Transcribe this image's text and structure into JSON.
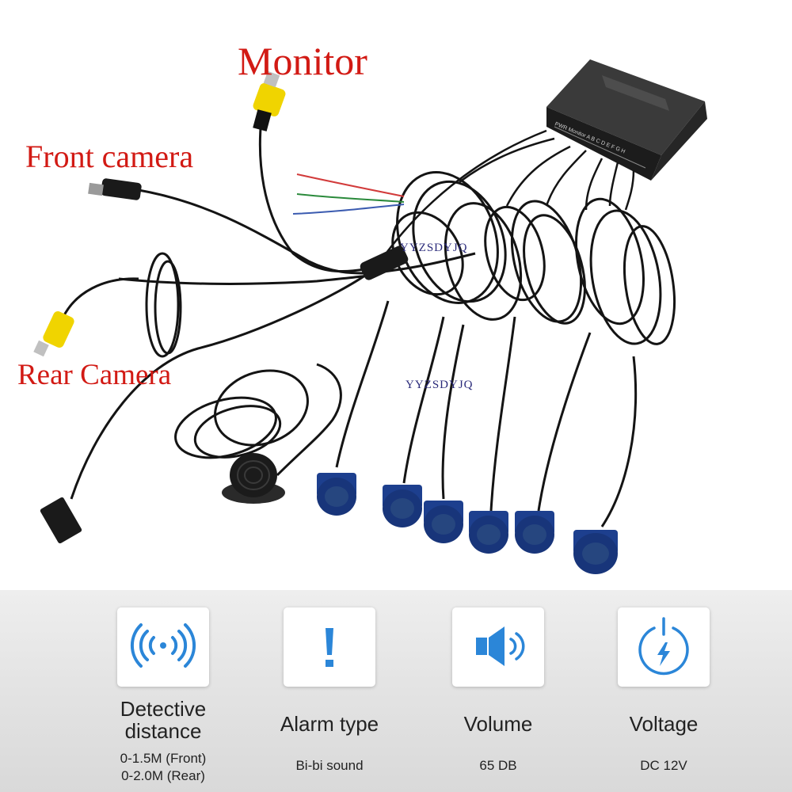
{
  "photo": {
    "labels": {
      "monitor": "Monitor",
      "front_camera": "Front camera",
      "rear_camera": "Rear Camera"
    },
    "watermark": "YYZSDYJQ",
    "label_color": "#d21a14",
    "sensor_color": "#1d3f8e"
  },
  "features": [
    {
      "icon": "signal-waves-icon",
      "title_line1": "Detective",
      "title_line2": "distance",
      "value_line1": "0-1.5M (Front)",
      "value_line2": "0-2.0M (Rear)"
    },
    {
      "icon": "exclamation-icon",
      "title_line1": "Alarm type",
      "value_line1": "Bi-bi sound"
    },
    {
      "icon": "speaker-volume-icon",
      "title_line1": "Volume",
      "value_line1": "65 DB"
    },
    {
      "icon": "power-bolt-icon",
      "title_line1": "Voltage",
      "value_line1": "DC 12V"
    }
  ],
  "accent_color": "#2b86d8"
}
